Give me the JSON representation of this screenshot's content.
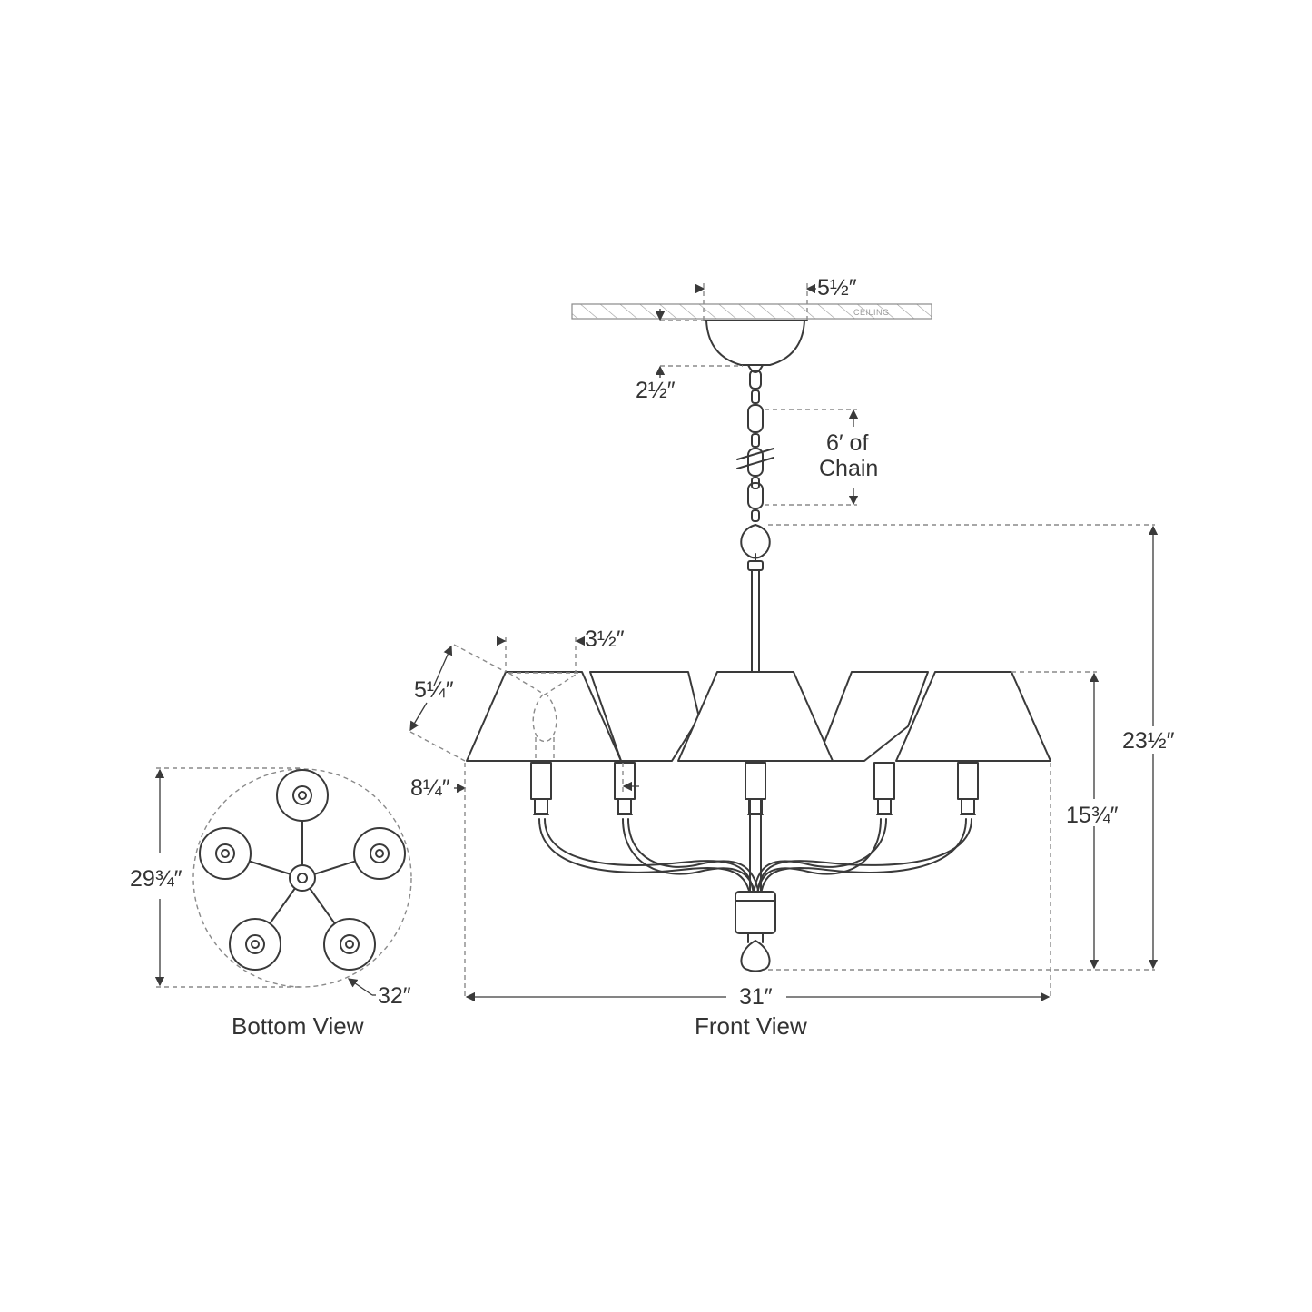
{
  "views": {
    "front": {
      "caption": "Front View"
    },
    "bottom": {
      "caption": "Bottom View"
    }
  },
  "ceiling_label": "CEILING",
  "dimensions": {
    "canopy_diameter": "5½″",
    "canopy_height": "2½″",
    "chain_line1": "6′ of",
    "chain_line2": "Chain",
    "shade_top": "3½″",
    "shade_slant": "5¼″",
    "shade_drop": "8¼″",
    "overall_height": "23½″",
    "body_height": "15¾″",
    "front_width": "31″",
    "bottom_depth": "29¾″",
    "bottom_diameter": "32″"
  },
  "colors": {
    "line": "#3a3a3a",
    "dimension_dash": "#8a8a8a"
  }
}
